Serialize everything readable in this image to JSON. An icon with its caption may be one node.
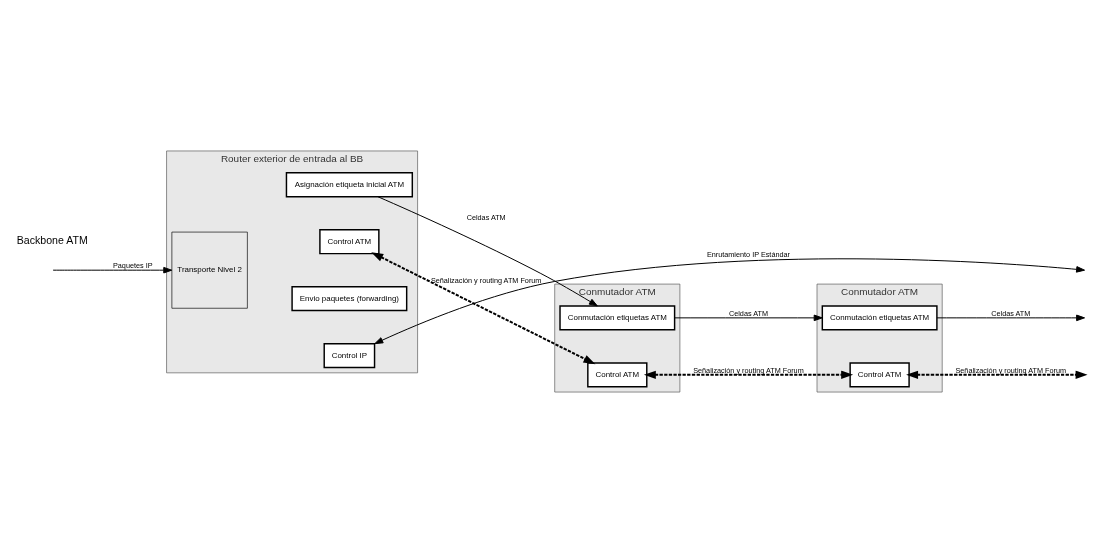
{
  "diagram": {
    "nodes": [
      {
        "text": [
          "Router exterior de entrada al BB"
        ]
      },
      {
        "text": [
          "Control IP"
        ],
        "in": 0
      },
      {
        "text": [
          "Envio paquetes (forwarding)"
        ],
        "in": 0
      },
      {
        "text": [
          "Transporte Nivel 2"
        ],
        "in": 0
      },
      {
        "text": [
          "Control ATM"
        ],
        "in": 0
      },
      {
        "text": [
          "Asignación etiqueta inicial ATM"
        ],
        "in": 0
      },
      {
        "text": [
          "Conmutador ATM"
        ]
      },
      {
        "text": [
          "Control ATM"
        ],
        "in": 6
      },
      {
        "text": [
          "Conmutación etiquetas ATM"
        ],
        "in": 6
      },
      {
        "text": [
          "Conmutador ATM"
        ]
      },
      {
        "text": [
          "Control ATM"
        ],
        "in": 9
      },
      {
        "text": [
          "Conmutación etiquetas ATM"
        ],
        "in": 9
      }
    ],
    "edges": [
      {
        "from": null,
        "to": 3,
        "arrow": "to",
        "label": "Paquetes IP"
      },
      {
        "from": 1,
        "to": null,
        "arrow": "both",
        "label": "Enrutamiento IP Estándar"
      },
      {
        "from": 4,
        "to": 7,
        "arrow": "both",
        "style": "dashed",
        "label": "Señalización y routing ATM Forum"
      },
      {
        "from": 7,
        "to": 10,
        "arrow": "both",
        "style": "dashed",
        "label": "Señalización y routing ATM Forum"
      },
      {
        "from": 10,
        "to": null,
        "arrow": "both",
        "style": "dashed",
        "label": "Señalización y routing ATM Forum"
      },
      {
        "from": 5,
        "to": 8,
        "arrow": "to",
        "label": "Celdas ATM"
      },
      {
        "from": 8,
        "to": 11,
        "arrow": "to",
        "label": "Celdas ATM"
      },
      {
        "from": 11,
        "to": null,
        "arrow": "to",
        "label": "Celdas ATM"
      }
    ],
    "labels": [
      "Backbone ATM"
    ]
  }
}
